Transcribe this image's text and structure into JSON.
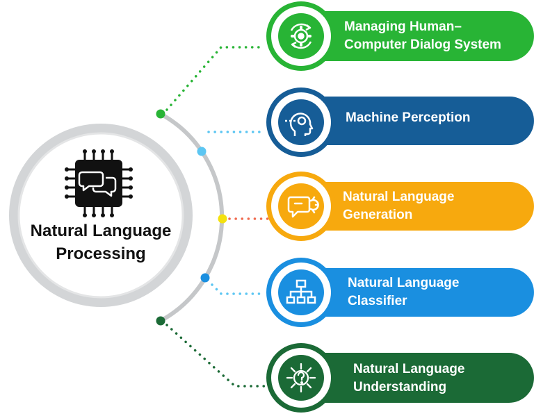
{
  "hub": {
    "title_line1": "Natural Language",
    "title_line2": "Processing",
    "icon": "chip-chat-icon"
  },
  "items": [
    {
      "label": "Managing Human–\nComputer Dialog  System",
      "color": "#28b435",
      "icon": "gear-cycle-icon"
    },
    {
      "label": "Machine Perception",
      "color": "#165d97",
      "icon": "head-scan-icon"
    },
    {
      "label": "Natural Language\nGeneration",
      "color": "#f7a90e",
      "icon": "chat-gear-icon"
    },
    {
      "label": "Natural Language\nClassifier",
      "color": "#1a8fe0",
      "icon": "hierarchy-icon"
    },
    {
      "label": "Natural Language\nUnderstanding",
      "color": "#1b6a36",
      "icon": "question-head-icon"
    }
  ],
  "colors": {
    "ring": "#c5c7c9",
    "node_mid": "#f4e10f"
  }
}
